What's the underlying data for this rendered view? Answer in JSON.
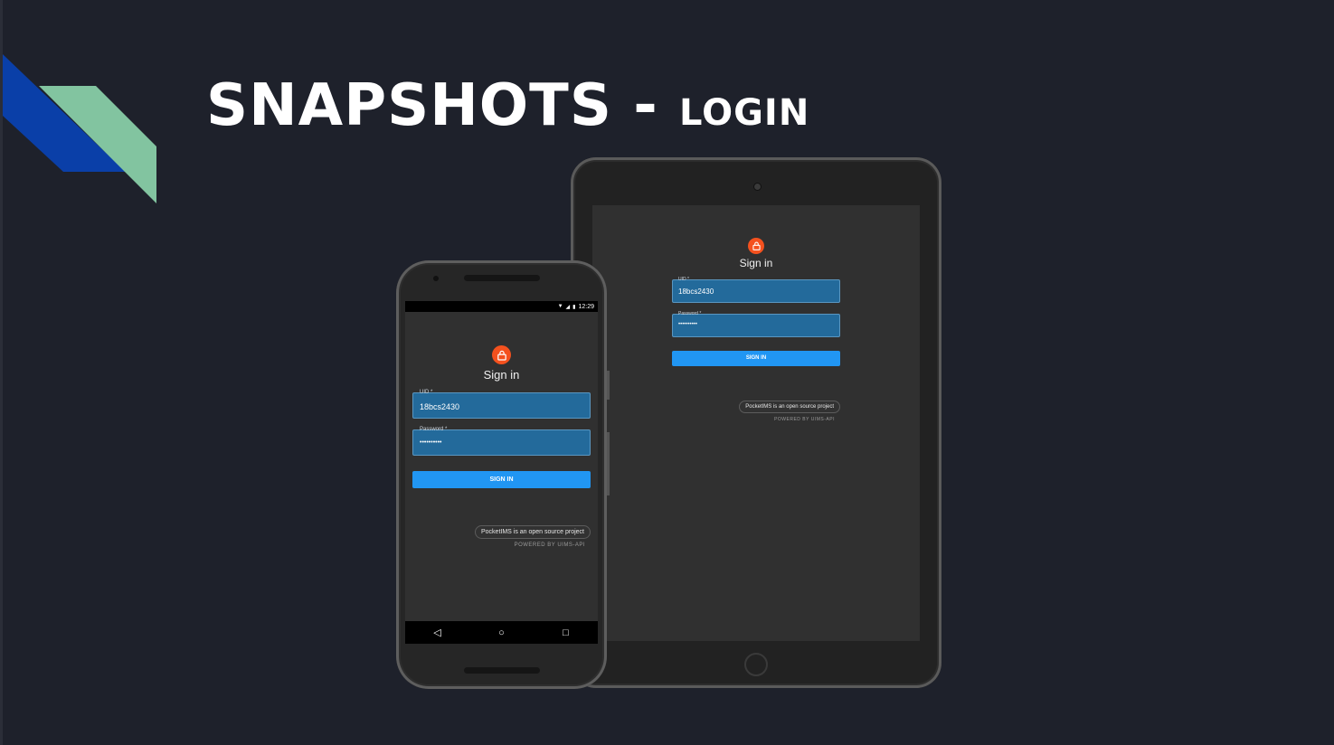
{
  "slide": {
    "title_main": "SNAPSHOTS - ",
    "title_sub": "LOGIN"
  },
  "colors": {
    "background": "#1e212b",
    "accent_blue": "#0a3fa8",
    "accent_green": "#82c4a0",
    "lock_orange": "#f4511e",
    "button_blue": "#2196f3",
    "field_blue": "#236a9b"
  },
  "login": {
    "lock_icon": "lock-icon",
    "title": "Sign in",
    "uid_label": "UID *",
    "uid_value": "18bcs2430",
    "password_label": "Password *",
    "password_value": "••••••••••",
    "signin_button": "SIGN IN",
    "chip_text": "PocketIMS is an open source project",
    "powered_text": "POWERED BY UIMS-API"
  },
  "phone": {
    "status_time": "12:29",
    "nav": {
      "back_icon": "back-triangle-icon",
      "home_icon": "home-circle-icon",
      "recents_icon": "recents-square-icon"
    }
  }
}
